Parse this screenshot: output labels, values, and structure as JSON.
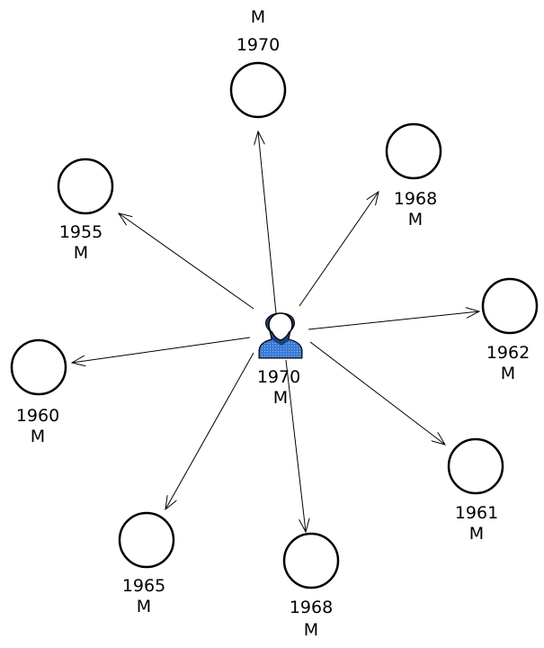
{
  "center": {
    "year": "1970",
    "sex": "M",
    "icon": "person-icon"
  },
  "nodes": [
    {
      "id": "top",
      "year": "1970",
      "sex": "M"
    },
    {
      "id": "upper-right",
      "year": "1968",
      "sex": "M"
    },
    {
      "id": "upper-left",
      "year": "1955",
      "sex": "M"
    },
    {
      "id": "right",
      "year": "1962",
      "sex": "M"
    },
    {
      "id": "left",
      "year": "1960",
      "sex": "M"
    },
    {
      "id": "lower-right",
      "year": "1961",
      "sex": "M"
    },
    {
      "id": "lower-left",
      "year": "1965",
      "sex": "M"
    },
    {
      "id": "bottom",
      "year": "1968",
      "sex": "M"
    }
  ],
  "colors": {
    "icon_fill": "#3a7bd5",
    "icon_dark": "#1e4fa0",
    "line": "#000000"
  }
}
